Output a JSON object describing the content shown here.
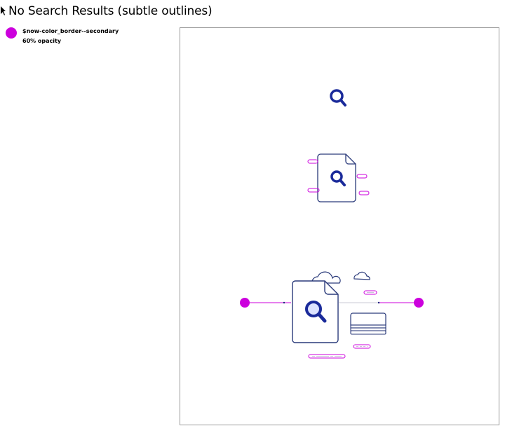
{
  "title": "No Search Results (subtle outlines)",
  "legend": {
    "token": "$now-color_border--secondary",
    "opacity": "60% opacity"
  },
  "colors": {
    "accent": "#cc00dd",
    "navy": "#1a2a7a",
    "blue": "#2a3fd0",
    "outline": "#c9c9d6",
    "frame": "#9a9a9a"
  },
  "icons": [
    "search-icon",
    "document-search-icon",
    "cloud-icon",
    "stack-icon"
  ]
}
